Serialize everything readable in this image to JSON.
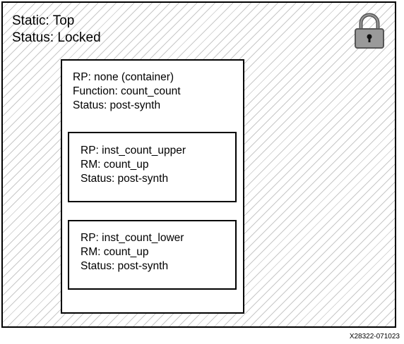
{
  "static_region": {
    "line1": "Static: Top",
    "line2": "Status: Locked"
  },
  "lock_icon": "lock-icon",
  "container": {
    "line1": "RP: none (container)",
    "line2": "Function: count_count",
    "line3": "Status: post-synth"
  },
  "partitions": [
    {
      "rp": "RP: inst_count_upper",
      "rm": "RM: count_up",
      "status": "Status: post-synth"
    },
    {
      "rp": "RP: inst_count_lower",
      "rm": "RM: count_up",
      "status": "Status: post-synth"
    }
  ],
  "figure_id": "X28322-071023"
}
